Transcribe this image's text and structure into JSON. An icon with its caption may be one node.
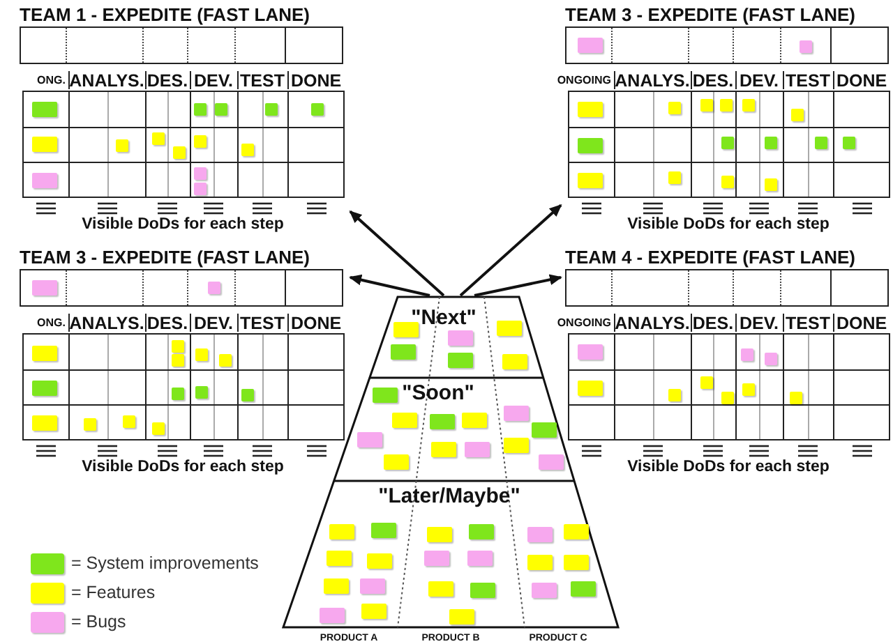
{
  "diagram": {
    "nodes": [
      {
        "text": [
          "TEAM 1 - EXPEDITE (FAST LANE)",
          "ONG.",
          "ANALYS.",
          "DES.",
          "DEV.",
          "TEST",
          "DONE",
          "Visible DoDs for each step"
        ]
      },
      {
        "text": [
          "TEAM 3 - EXPEDITE (FAST LANE)",
          "ONGOING",
          "ANALYS.",
          "DES.",
          "DEV.",
          "TEST",
          "DONE",
          "Visible DoDs for each step"
        ]
      },
      {
        "text": [
          "TEAM 3 - EXPEDITE (FAST LANE)",
          "ONG.",
          "ANALYS.",
          "DES.",
          "DEV.",
          "TEST",
          "DONE",
          "Visible DoDs for each step"
        ]
      },
      {
        "text": [
          "TEAM 4 - EXPEDITE (FAST LANE)",
          "ONGOING",
          "ANALYS.",
          "DES.",
          "DEV.",
          "TEST",
          "DONE",
          "Visible DoDs for each step"
        ]
      },
      {
        "text": [
          "\"Next\"",
          "\"Soon\"",
          "\"Later/Maybe\"",
          "PRODUCT A",
          "PRODUCT B",
          "PRODUCT C"
        ]
      }
    ],
    "edges": [
      {
        "from": 4,
        "to": 0,
        "arrow": "to"
      },
      {
        "from": 4,
        "to": 1,
        "arrow": "to"
      },
      {
        "from": 4,
        "to": 2,
        "arrow": "to"
      },
      {
        "from": 4,
        "to": 3,
        "arrow": "to"
      }
    ],
    "legend": [
      {
        "text": "= System improvements",
        "color": "#7fe61c"
      },
      {
        "text": "= Features",
        "color": "#ffff00"
      },
      {
        "text": "= Bugs",
        "color": "#f7a8ee"
      }
    ]
  }
}
